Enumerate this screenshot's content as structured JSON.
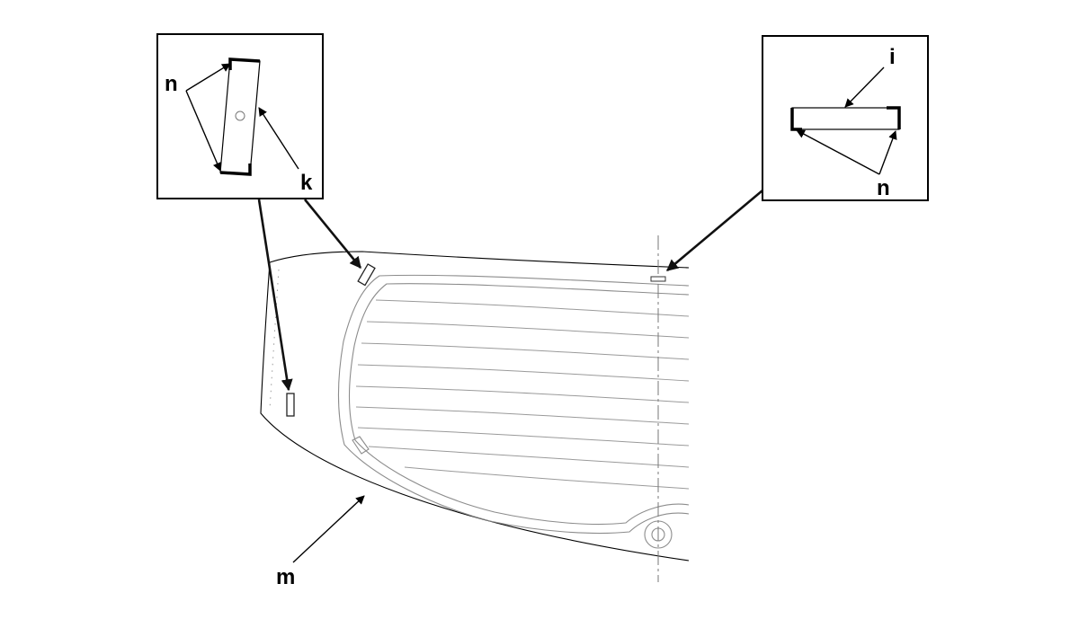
{
  "labels": {
    "n_left": "n",
    "k": "k",
    "i": "i",
    "n_right": "n",
    "m": "m"
  },
  "colors": {
    "line": "#000000",
    "glass_outline": "#8c8c8c",
    "heater_lines": "#9a9a9a",
    "background": "#ffffff"
  }
}
